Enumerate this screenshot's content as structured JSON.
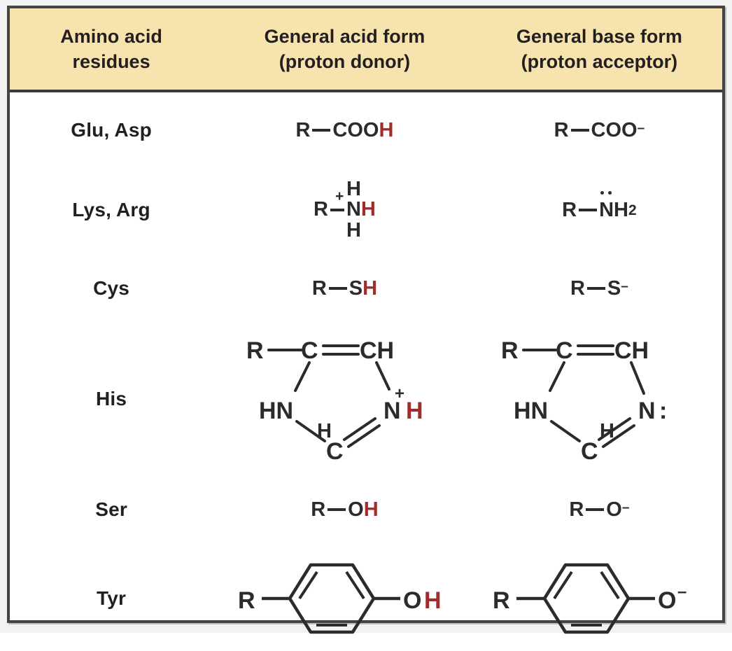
{
  "table": {
    "headers": [
      {
        "line1": "Amino acid",
        "line2": "residues"
      },
      {
        "line1": "General acid form",
        "line2": "(proton donor)"
      },
      {
        "line1": "General base form",
        "line2": "(proton acceptor)"
      }
    ],
    "rows": [
      {
        "residues": "Glu, Asp",
        "acid": {
          "type": "text",
          "prefix": "R",
          "bond": true,
          "body": "COO",
          "acidic_h": "H"
        },
        "base": {
          "type": "text",
          "prefix": "R",
          "bond": true,
          "body": "COO",
          "charge": "–"
        }
      },
      {
        "residues": "Lys, Arg",
        "acid": {
          "type": "ammonium",
          "prefix": "R",
          "bond": true,
          "top": "H",
          "center": "N",
          "bottom": "H",
          "acidic_h": "H",
          "charge": "+"
        },
        "base": {
          "type": "amine",
          "prefix": "R",
          "bond": true,
          "atom": "N",
          "body": "H",
          "subscript": "2",
          "lone_pair": true
        }
      },
      {
        "residues": "Cys",
        "acid": {
          "type": "text",
          "prefix": "R",
          "bond": true,
          "body": "S",
          "acidic_h": "H"
        },
        "base": {
          "type": "text",
          "prefix": "R",
          "bond": true,
          "body": "S",
          "charge": "–"
        }
      },
      {
        "residues": "His",
        "acid": {
          "type": "imidazole",
          "prefix": "R",
          "top_left": "C",
          "top_right": "CH",
          "left": "HN",
          "right": "N",
          "bottom": "C",
          "bottom_h": "H",
          "acidic_h": "H",
          "charge": "+"
        },
        "base": {
          "type": "imidazole",
          "prefix": "R",
          "top_left": "C",
          "top_right": "CH",
          "left": "HN",
          "right": "N",
          "lone_pair": ":",
          "bottom": "C",
          "bottom_h": "H"
        }
      },
      {
        "residues": "Ser",
        "acid": {
          "type": "text",
          "prefix": "R",
          "bond": true,
          "body": "O",
          "acidic_h": "H"
        },
        "base": {
          "type": "text",
          "prefix": "R",
          "bond": true,
          "body": "O",
          "charge": "–"
        }
      },
      {
        "residues": "Tyr",
        "acid": {
          "type": "phenol",
          "prefix": "R",
          "body": "O",
          "acidic_h": "H"
        },
        "base": {
          "type": "phenol",
          "prefix": "R",
          "body": "O",
          "charge": "–"
        }
      }
    ]
  },
  "colors": {
    "header_background": "#f6e3ad",
    "acidic_hydrogen": "#a02c2c",
    "text": "#231f20",
    "border": "#444444"
  }
}
